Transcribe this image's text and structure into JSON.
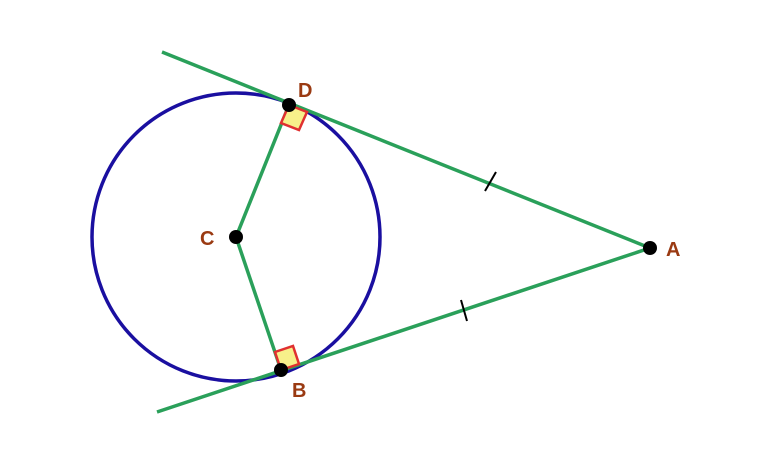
{
  "diagram": {
    "points": {
      "A": {
        "label": "A"
      },
      "B": {
        "label": "B"
      },
      "C": {
        "label": "C"
      },
      "D": {
        "label": "D"
      }
    },
    "colors": {
      "circle": "#1a0fa0",
      "segments": "#2aa05a",
      "points": "#000000",
      "labels": "#9a3a12",
      "right_angle_fill": "#f7f08a",
      "right_angle_stroke": "#e03030",
      "tick": "#000000"
    }
  }
}
